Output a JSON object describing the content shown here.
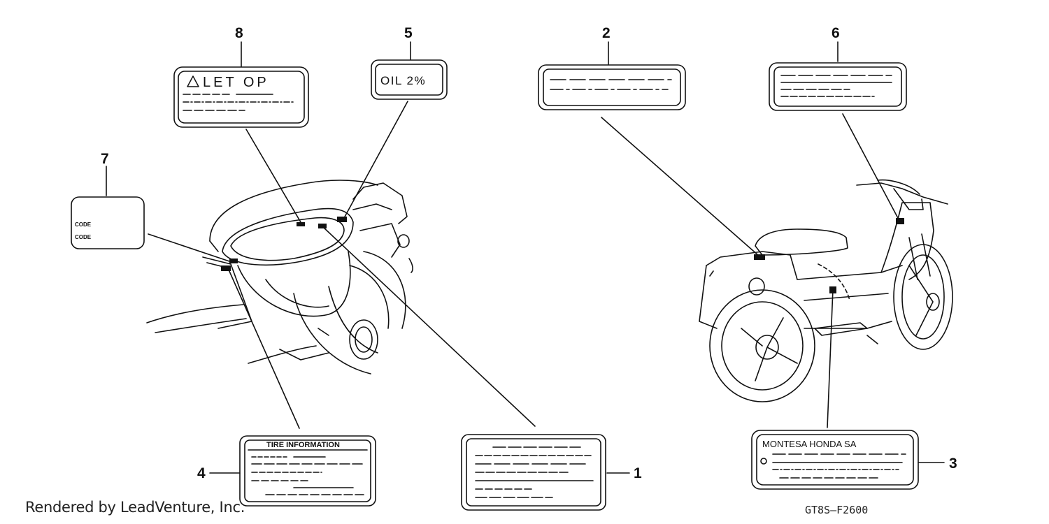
{
  "callouts": {
    "n1": "1",
    "n2": "2",
    "n3": "3",
    "n4": "4",
    "n5": "5",
    "n6": "6",
    "n7": "7",
    "n8": "8"
  },
  "labels": {
    "let_op": "LET OP",
    "oil": "OIL 2%",
    "code_line_1": "CODE",
    "code_line_2": "CODE",
    "tire_information": "TIRE INFORMATION",
    "montesa": "MONTESA HONDA SA"
  },
  "footer": {
    "credit": "Rendered by LeadVenture, Inc.",
    "diagram_code": "GT8S–F2600"
  },
  "icons": [
    "warning-triangle-icon"
  ],
  "colors": {
    "ink": "#111111",
    "background": "#ffffff"
  }
}
